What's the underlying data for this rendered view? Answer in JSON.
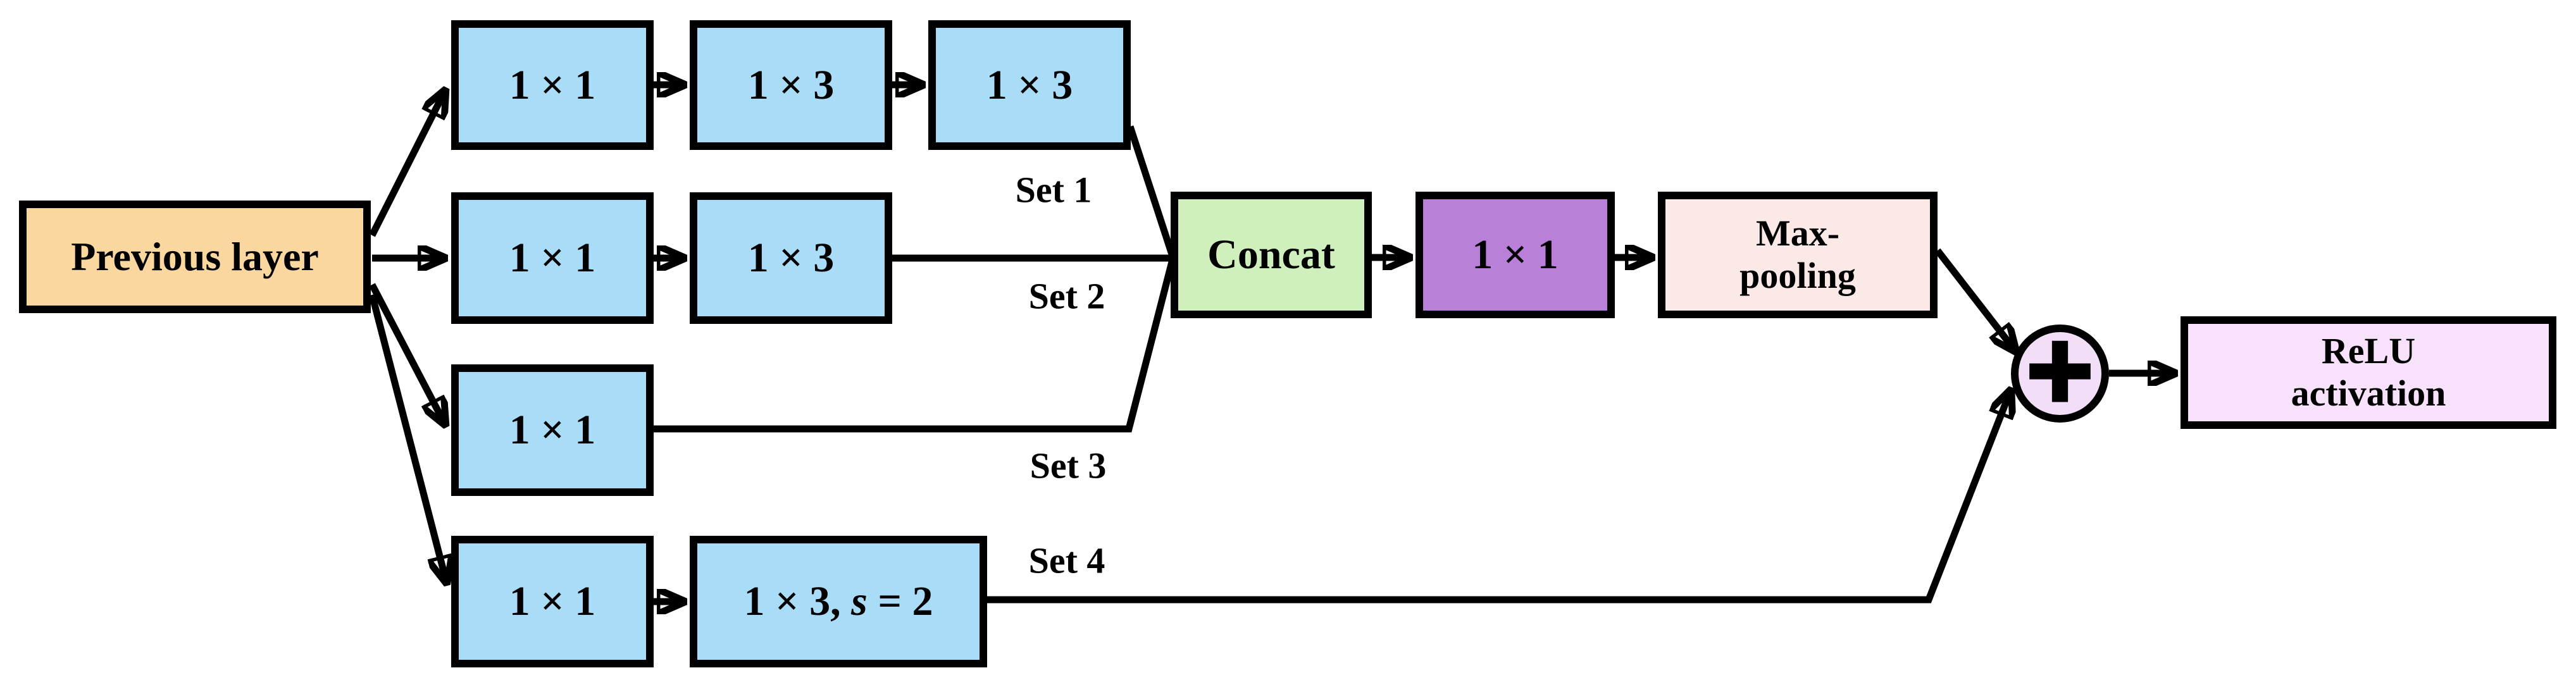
{
  "colors": {
    "canvas": "#FFFFFF",
    "previous_layer_orange": "#FBD7A0",
    "conv_blue": "#A8DCF7",
    "concat_green": "#CFF0BC",
    "conv_purple": "#B980D9",
    "maxpool_pink": "#FBE9E7",
    "relu_pink": "#F8E1FA",
    "sum_pink": "#F3DEF8",
    "line_black": "#000000"
  },
  "nodes": {
    "previous_layer": {
      "label": "Previous layer"
    },
    "set1_conv1": {
      "label": "1 × 1"
    },
    "set1_conv2": {
      "label": "1 × 3"
    },
    "set1_conv3": {
      "label": "1 × 3"
    },
    "set2_conv1": {
      "label": "1 × 1"
    },
    "set2_conv2": {
      "label": "1 × 3"
    },
    "set3_conv1": {
      "label": "1 × 1"
    },
    "set4_conv1": {
      "label": "1 × 1"
    },
    "set4_conv2": {
      "prefix": "1 × 3, ",
      "variable": "s",
      "suffix": " = 2"
    },
    "concat": {
      "label": "Concat"
    },
    "conv_1x1_bottleneck": {
      "label": "1 × 1"
    },
    "max_pooling": {
      "label": "Max-\npooling"
    },
    "sum": {
      "symbol": "+"
    },
    "relu": {
      "label": "ReLU\nactivation"
    }
  },
  "branch_labels": {
    "set1": "Set 1",
    "set2": "Set 2",
    "set3": "Set 3",
    "set4": "Set 4"
  }
}
